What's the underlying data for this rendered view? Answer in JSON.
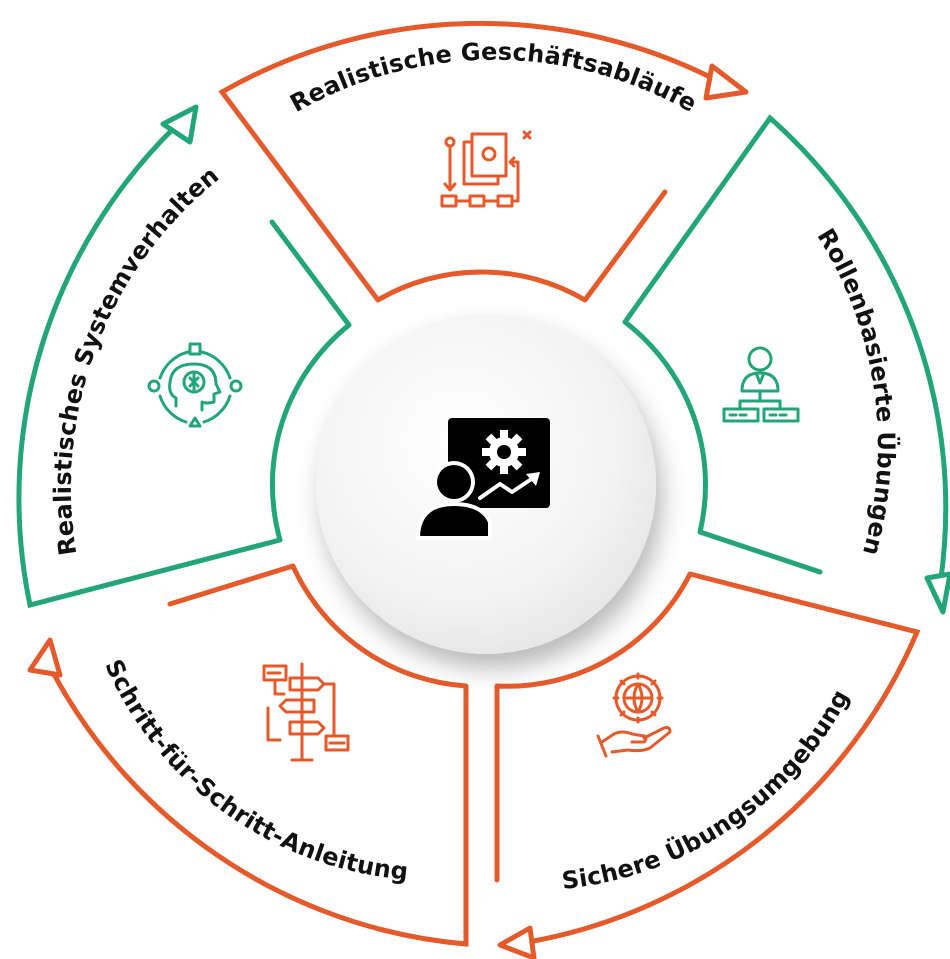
{
  "colors": {
    "orange": "#E55A2B",
    "green": "#22A578",
    "text": "#111111",
    "hub_icon": "#000000",
    "hub_face": "#f4f4f4"
  },
  "center": {
    "icon": "presenter-with-gear-chart-icon"
  },
  "segments": [
    {
      "id": "geschaeftsablaeufe",
      "label": "Realistische Geschäftsabläufe",
      "color": "orange",
      "icon": "document-workflow-icon"
    },
    {
      "id": "rollen",
      "label": "Rollenbasierte Übungen",
      "color": "green",
      "icon": "role-hierarchy-icon"
    },
    {
      "id": "uebungsumgebung",
      "label": "Sichere Übungsumgebung",
      "color": "orange",
      "icon": "globe-gear-hand-icon"
    },
    {
      "id": "anleitung",
      "label": "Schritt-für-Schritt-Anleitung",
      "color": "orange",
      "icon": "signpost-flow-icon"
    },
    {
      "id": "systemverhalten",
      "label": "Realistisches Systemverhalten",
      "color": "green",
      "icon": "ai-head-cycle-icon"
    }
  ]
}
